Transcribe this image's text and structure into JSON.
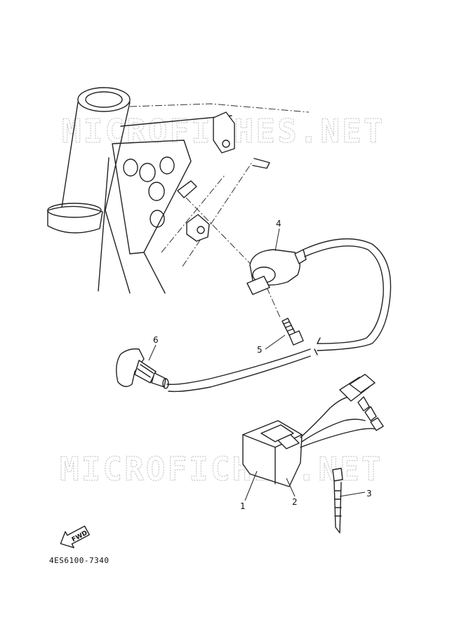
{
  "watermark": {
    "text": "MICROFICHES.NET"
  },
  "callouts": [
    {
      "id": "1",
      "label": "1"
    },
    {
      "id": "2",
      "label": "2"
    },
    {
      "id": "3",
      "label": "3"
    },
    {
      "id": "4",
      "label": "4"
    },
    {
      "id": "5",
      "label": "5"
    },
    {
      "id": "6",
      "label": "6"
    }
  ],
  "fwd_label": "FWD",
  "reference_code": "4ES6100-7340"
}
